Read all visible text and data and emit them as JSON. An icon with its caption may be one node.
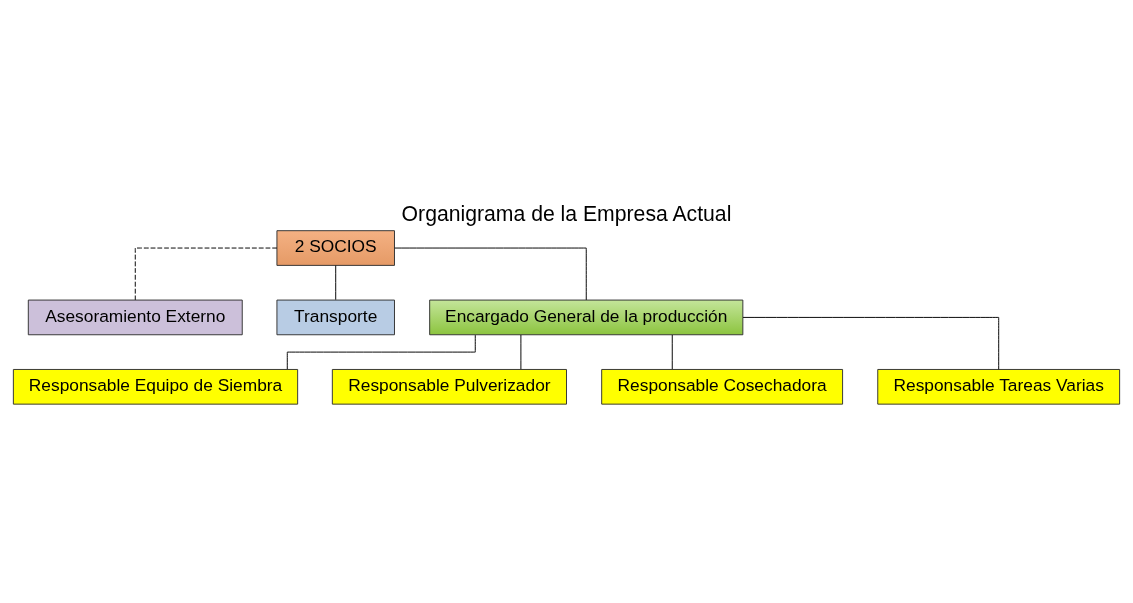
{
  "diagram": {
    "title": "Organigrama de la Empresa Actual",
    "nodes": [
      {
        "text": [
          "2 SOCIOS"
        ]
      },
      {
        "text": [
          "Asesoramiento Externo"
        ]
      },
      {
        "text": [
          "Transporte"
        ]
      },
      {
        "text": [
          "Encargado General de la producción"
        ]
      },
      {
        "text": [
          "Responsable Equipo de Siembra"
        ]
      },
      {
        "text": [
          "Responsable Pulverizador"
        ]
      },
      {
        "text": [
          "Responsable Cosechadora"
        ]
      },
      {
        "text": [
          "Responsable Tareas Varias"
        ]
      }
    ],
    "edges": [
      {
        "from": 0,
        "to": 1,
        "arrow": "none",
        "style": "dashed"
      },
      {
        "from": 0,
        "to": 2,
        "arrow": "none"
      },
      {
        "from": 0,
        "to": 3,
        "arrow": "none"
      },
      {
        "from": 3,
        "to": 4,
        "arrow": "none"
      },
      {
        "from": 3,
        "to": 5,
        "arrow": "none"
      },
      {
        "from": 3,
        "to": 6,
        "arrow": "none"
      },
      {
        "from": 3,
        "to": 7,
        "arrow": "none"
      }
    ]
  }
}
